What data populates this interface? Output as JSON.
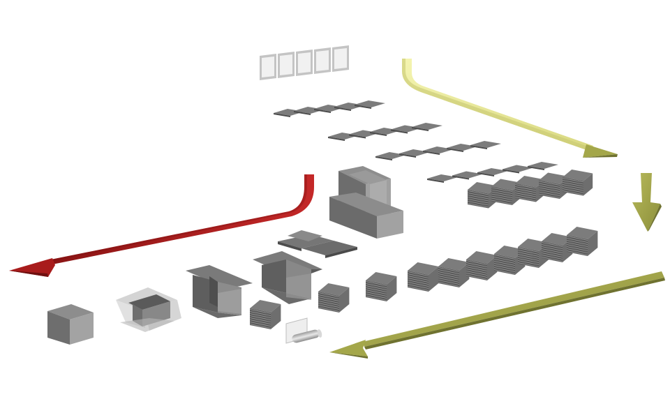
{
  "diagram": {
    "colors": {
      "background": "#ffffff",
      "red_arrow": "#b01e1e",
      "red_arrow_dark": "#7d1212",
      "green_arrow": "#a4a74a",
      "green_arrow_dark": "#6f7230",
      "yellow_arrow": "#eeee9a",
      "yellow_arrow_dark": "#c8c872",
      "box_top": "#8a8a8a",
      "box_left": "#6d6d6d",
      "box_right": "#a3a3a3",
      "sheet_top": "#7c7c7c",
      "sheet_edge": "#4a4a4a",
      "glass_frame": "#c4c4c4",
      "glass_fill": "#f1f1f1"
    },
    "counts": {
      "film_panels": 5,
      "sheet_rows": [
        5,
        5,
        5,
        5
      ],
      "top_stacks": 5,
      "bottom_stacks": 10
    }
  }
}
